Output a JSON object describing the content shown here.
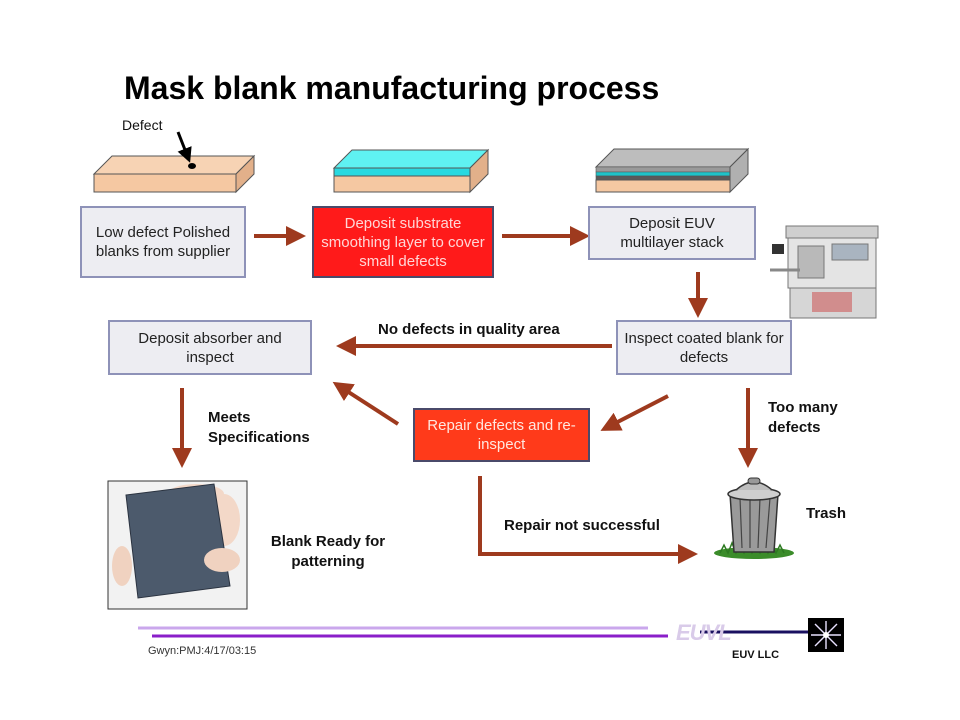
{
  "title": "Mask blank manufacturing process",
  "defect_label": "Defect",
  "steps": {
    "polished": "Low defect Polished blanks from supplier",
    "smoothing": "Deposit substrate smoothing layer to cover small defects",
    "euv_stack": "Deposit EUV multilayer stack",
    "inspect": "Inspect coated blank for defects",
    "absorber": "Deposit absorber and inspect",
    "repair": "Repair defects and re-inspect"
  },
  "edge_labels": {
    "no_defects": "No defects in quality area",
    "meets_specs": "Meets Specifications",
    "too_many": "Too many defects",
    "repair_fail": "Repair not successful"
  },
  "outcomes": {
    "ready": "Blank Ready for patterning",
    "trash": "Trash"
  },
  "footer": {
    "slide_id": "Gwyn:PMJ:4/17/03:15",
    "company": "EUV LLC",
    "logo_text": "EUVL"
  },
  "colors": {
    "arrow": "#9e3a1e",
    "gray_box_fill": "#ededf2",
    "gray_box_border": "#8e92b8",
    "red_box_fill": "#ff1a1a",
    "footer_line": "#8a1fc9"
  }
}
